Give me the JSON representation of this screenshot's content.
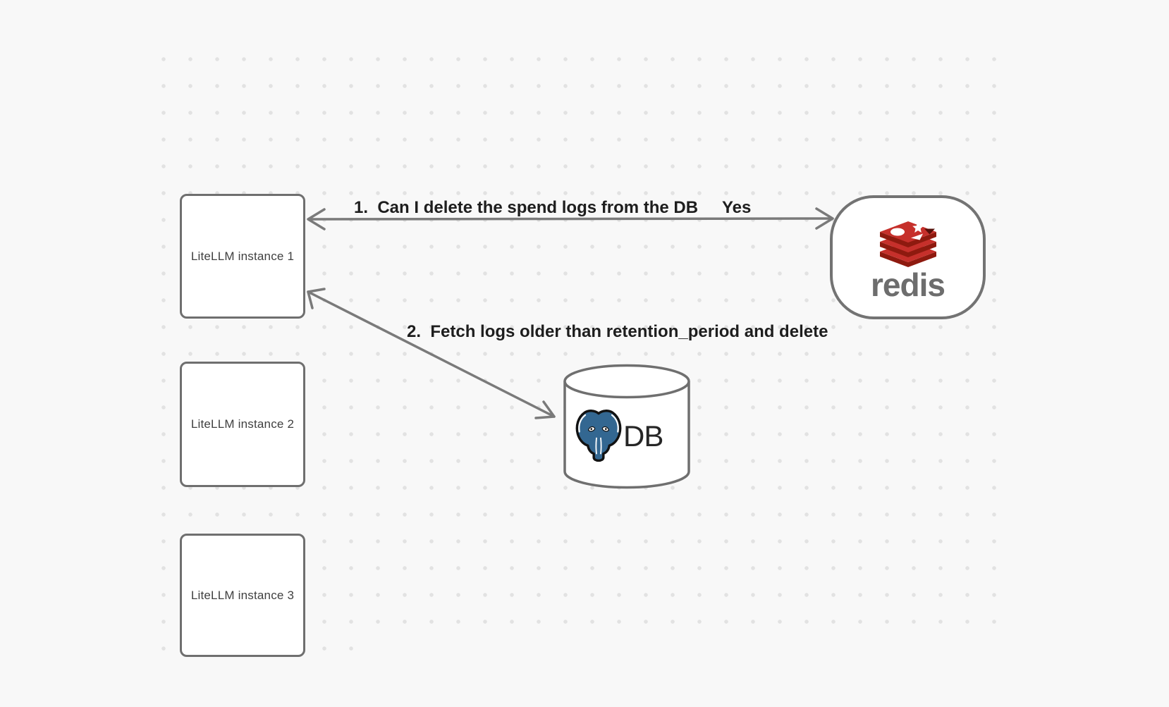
{
  "nodes": {
    "litellm_instances": [
      {
        "label": "LiteLLM instance 1"
      },
      {
        "label": "LiteLLM instance 2"
      },
      {
        "label": "LiteLLM instance 3"
      }
    ],
    "redis": {
      "label": "redis"
    },
    "db": {
      "label": "DB"
    }
  },
  "annotations": {
    "step1": "1.  Can I delete the spend logs from the DB",
    "step1_answer": "Yes",
    "step2": "2.  Fetch logs older than retention_period and delete"
  },
  "icons": {
    "redis_logo": "redis-logo-icon",
    "postgres_elephant": "postgresql-elephant-icon"
  },
  "colors": {
    "background": "#f8f8f8",
    "grid_dot": "#e2e2e2",
    "shape_stroke": "#6f6f6f",
    "arrow_stroke": "#7a7a7a",
    "node_text": "#404040",
    "annotation_text": "#1e1e1e",
    "redis_red": "#c6302b",
    "redis_dark_red": "#8e1a0f",
    "redis_wordmark_gray": "#6d6d6d",
    "postgres_blue": "#336791",
    "db_text": "#262626"
  }
}
